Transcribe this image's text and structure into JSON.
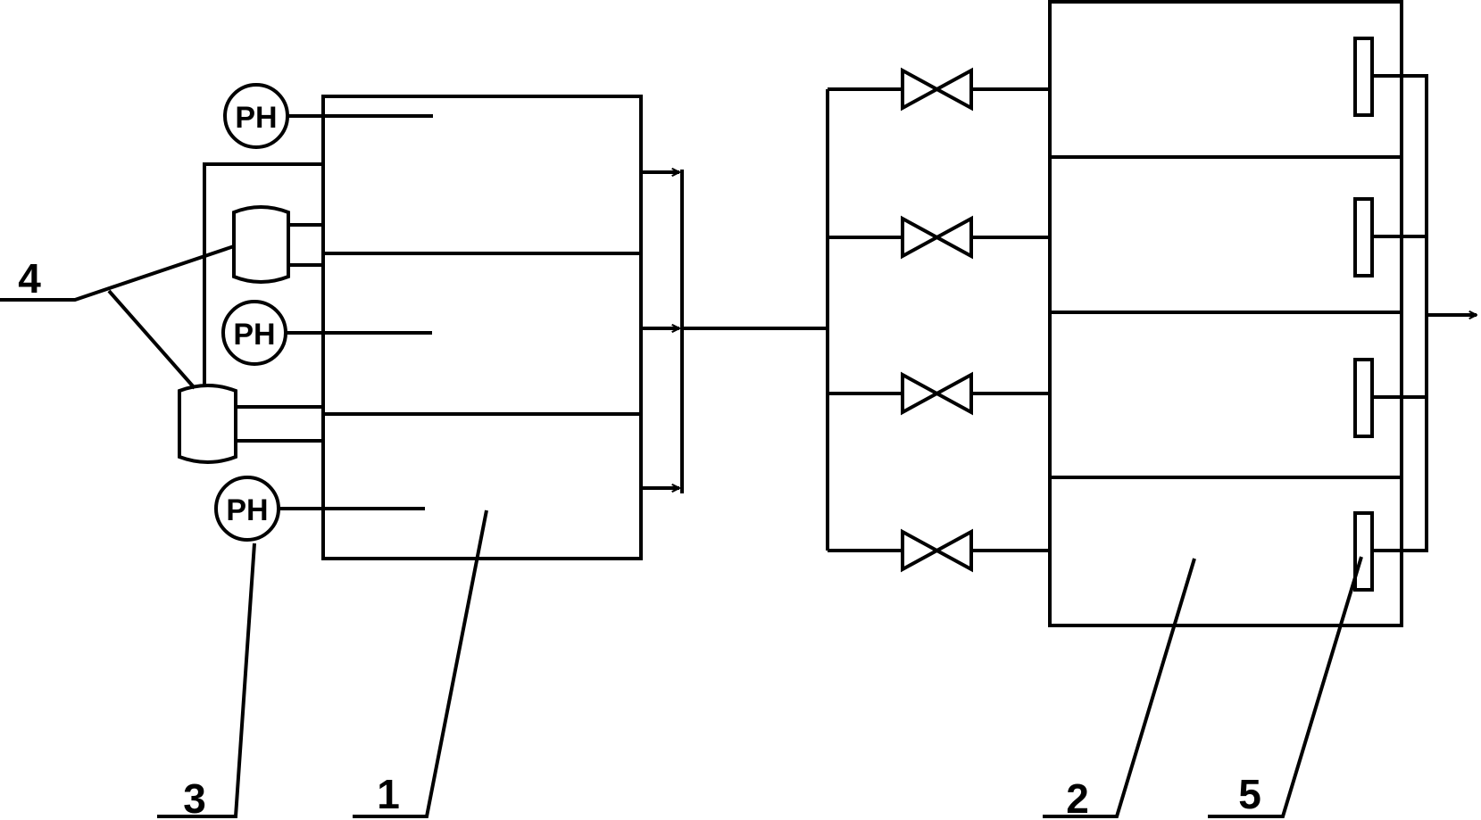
{
  "diagram": {
    "sensor_label": "PH",
    "callouts": {
      "c1": "1",
      "c2": "2",
      "c3": "3",
      "c4": "4",
      "c5": "5"
    }
  }
}
